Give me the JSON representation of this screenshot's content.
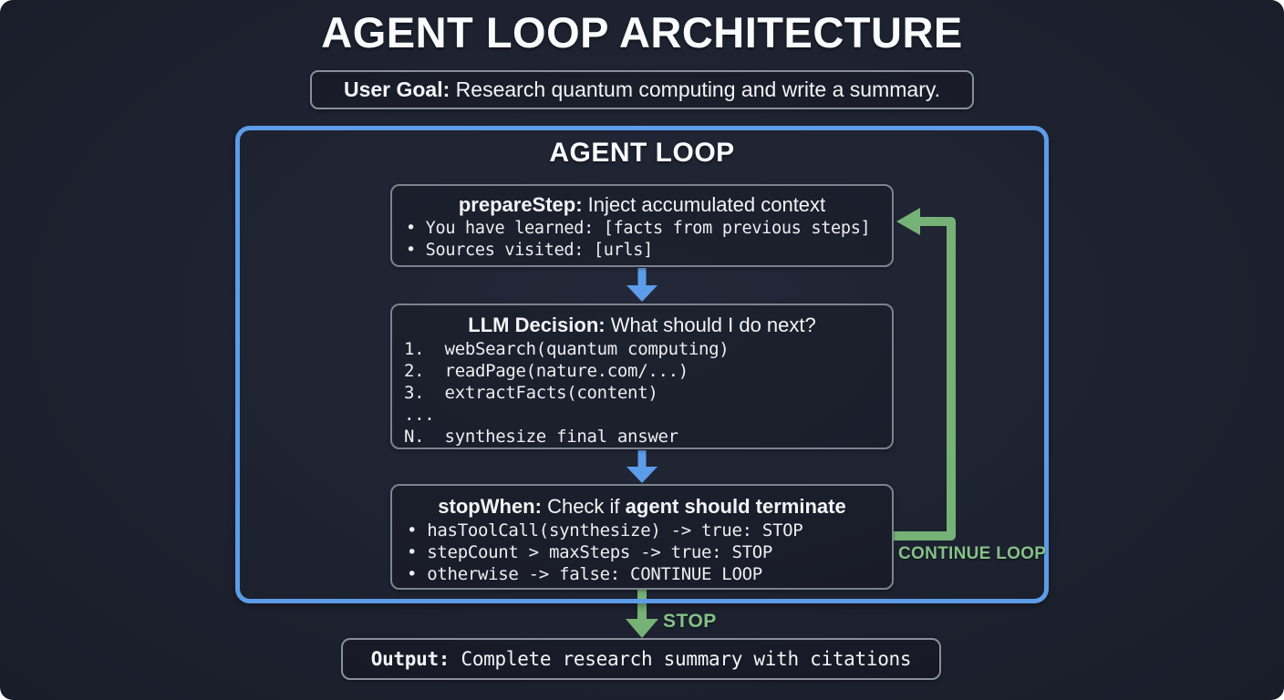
{
  "colors": {
    "background": "#1d2230",
    "panel_border": "#7d838e",
    "blue_accent": "#5d9ce8",
    "green_accent": "#76b276",
    "green_text": "#85c188",
    "text_primary": "#f2f4f7"
  },
  "title": "AGENT LOOP ARCHITECTURE",
  "user_goal": {
    "label": "User Goal:",
    "text": " Research quantum computing and write a summary."
  },
  "agent_loop": {
    "title": "AGENT LOOP",
    "prepare_step": {
      "label": "prepareStep:",
      "title": " Inject accumulated context",
      "bullets": [
        "• You have learned: [facts from previous steps]",
        "• Sources visited: [urls]"
      ]
    },
    "llm_decision": {
      "label": "LLM Decision:",
      "title": " What should I do next?",
      "options": [
        "1.  webSearch(quantum computing)",
        "2.  readPage(nature.com/...)",
        "3.  extractFacts(content)",
        "...",
        "N.  synthesize final answer"
      ]
    },
    "stop_when": {
      "label": "stopWhen:",
      "mid": " Check if ",
      "emphasis": "agent should terminate",
      "conditions": [
        "• hasToolCall(synthesize) -> true: STOP",
        "• stepCount > maxSteps -> true: STOP",
        "• otherwise -> false: CONTINUE LOOP"
      ]
    },
    "continue_label": "CONTINUE LOOP"
  },
  "stop_label": "STOP",
  "output": {
    "label": "Output:",
    "text": " Complete research summary with citations"
  }
}
